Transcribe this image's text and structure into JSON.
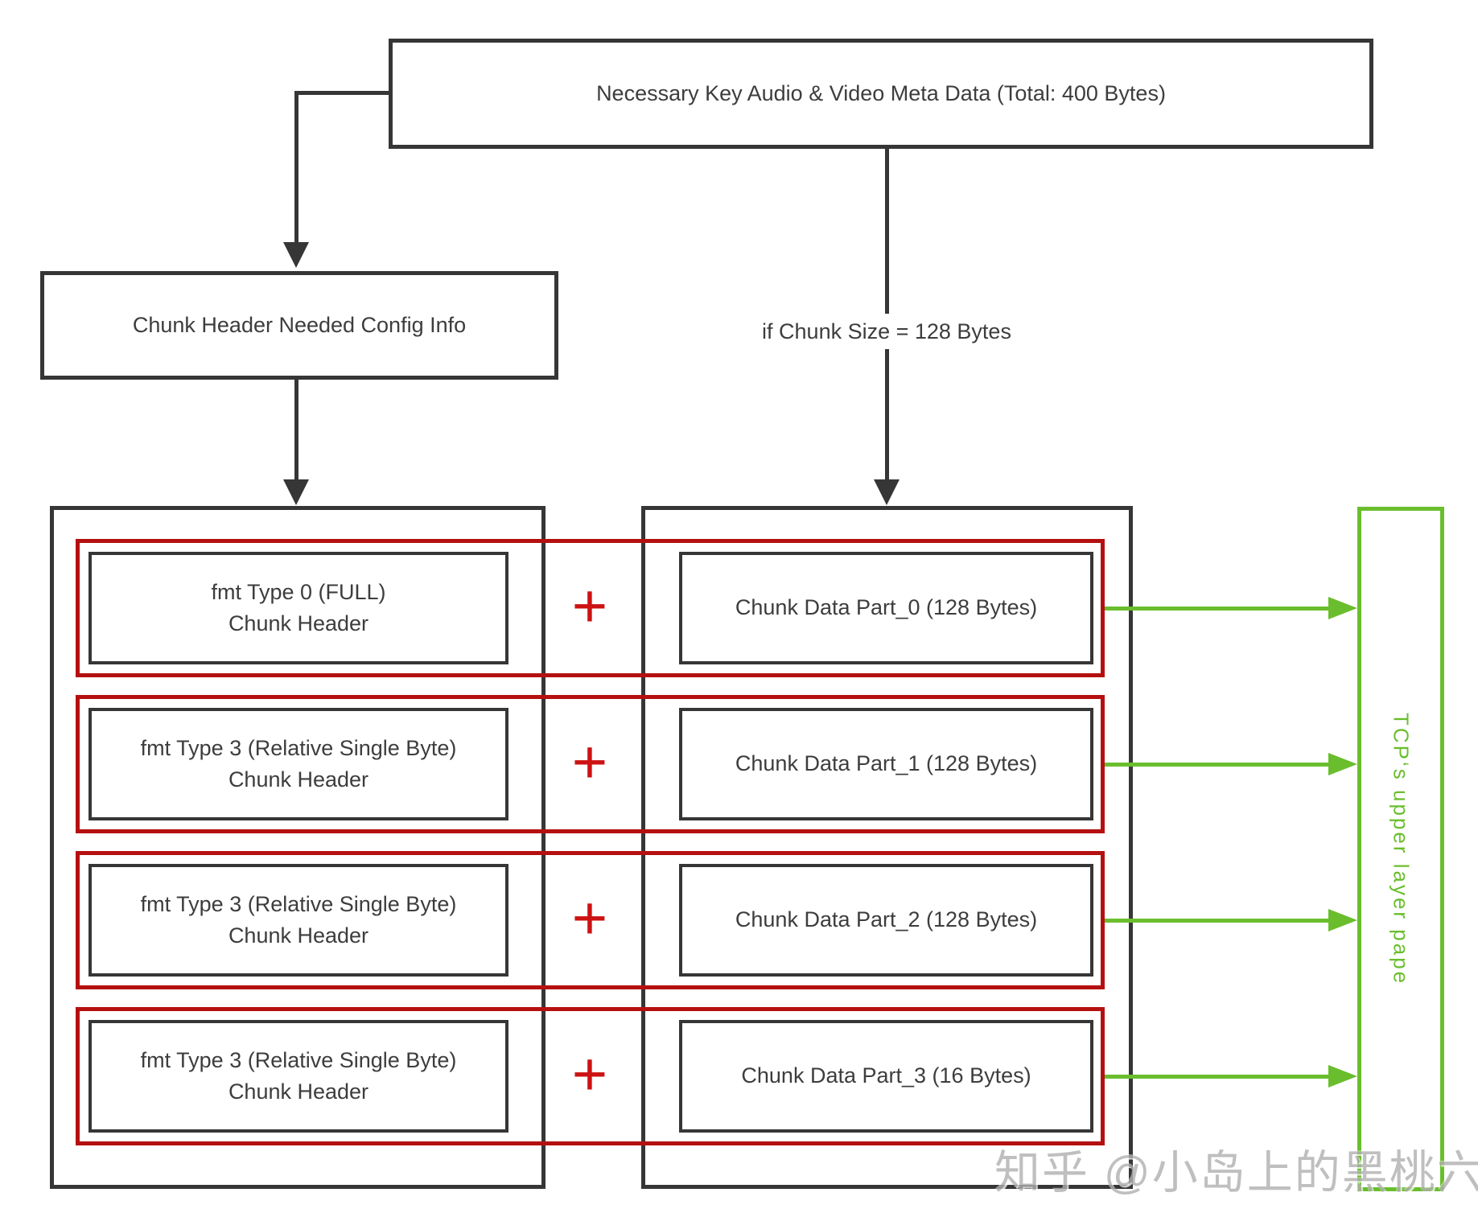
{
  "diagram": {
    "meta_box": {
      "label": "Necessary Key Audio & Video Meta Data (Total: 400 Bytes)"
    },
    "config_box": {
      "label": "Chunk Header Needed Config Info"
    },
    "condition_label": "if Chunk Size = 128 Bytes",
    "plus_symbol": "+",
    "rows": [
      {
        "header_line1": "fmt Type 0 (FULL)",
        "header_line2": "Chunk Header",
        "data_label": "Chunk Data Part_0 (128 Bytes)"
      },
      {
        "header_line1": "fmt Type 3 (Relative Single Byte)",
        "header_line2": "Chunk Header",
        "data_label": "Chunk Data Part_1 (128 Bytes)"
      },
      {
        "header_line1": "fmt Type 3 (Relative Single Byte)",
        "header_line2": "Chunk Header",
        "data_label": "Chunk Data Part_2 (128 Bytes)"
      },
      {
        "header_line1": "fmt Type 3 (Relative Single Byte)",
        "header_line2": "Chunk Header",
        "data_label": "Chunk Data Part_3 (16 Bytes)"
      }
    ],
    "tcp_box": {
      "label": "TCP‘s upper layer pape"
    },
    "watermark": "知乎 @小岛上的黑桃六",
    "colors": {
      "line": "#363636",
      "red": "#b51010",
      "plus": "#cc1212",
      "green": "#6abe2d",
      "text": "#3d3d3d",
      "watermark": "#b0b0b0"
    }
  }
}
